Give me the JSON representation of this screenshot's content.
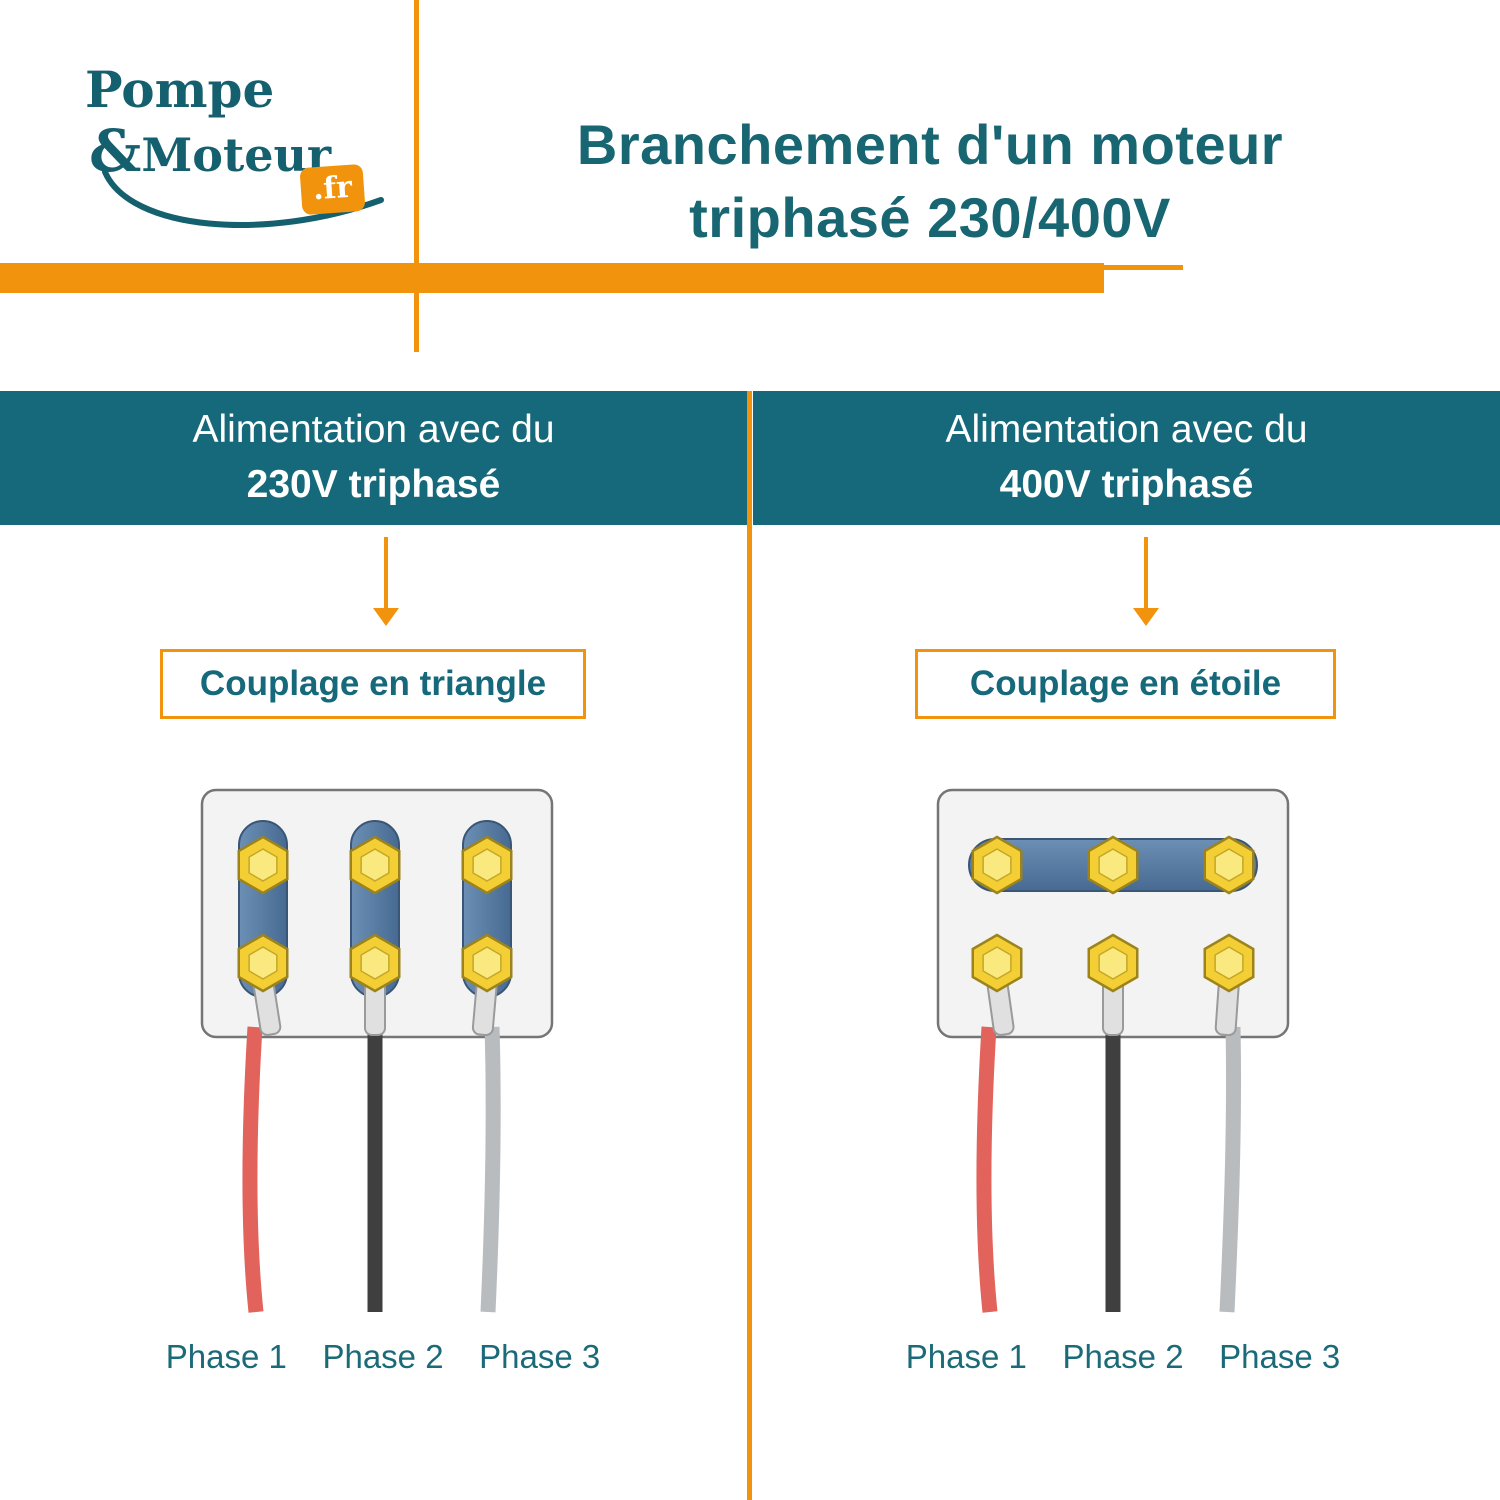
{
  "colors": {
    "accent_orange": "#F2930D",
    "teal": "#16697A",
    "title_teal": "#176672",
    "terminal_bar_blue": "#5B7FA6",
    "nut_yellow": "#F3CF35",
    "wire_phase_1": "#E2625C",
    "wire_phase_2": "#3F3F3F",
    "wire_phase_3": "#B9BCBE"
  },
  "logo": {
    "word1": "Pompe",
    "amp": "&",
    "word2": "Moteur",
    "tld": ".fr"
  },
  "title": {
    "line1": "Branchement d'un moteur",
    "line2": "triphasé 230/400V"
  },
  "columns": [
    {
      "header_line1": "Alimentation avec du",
      "header_line2": "230V triphasé",
      "coupling_label": "Couplage en triangle",
      "phases": [
        "Phase 1",
        "Phase 2",
        "Phase 3"
      ]
    },
    {
      "header_line1": "Alimentation avec du",
      "header_line2": "400V triphasé",
      "coupling_label": "Couplage en étoile",
      "phases": [
        "Phase 1",
        "Phase 2",
        "Phase 3"
      ]
    }
  ]
}
